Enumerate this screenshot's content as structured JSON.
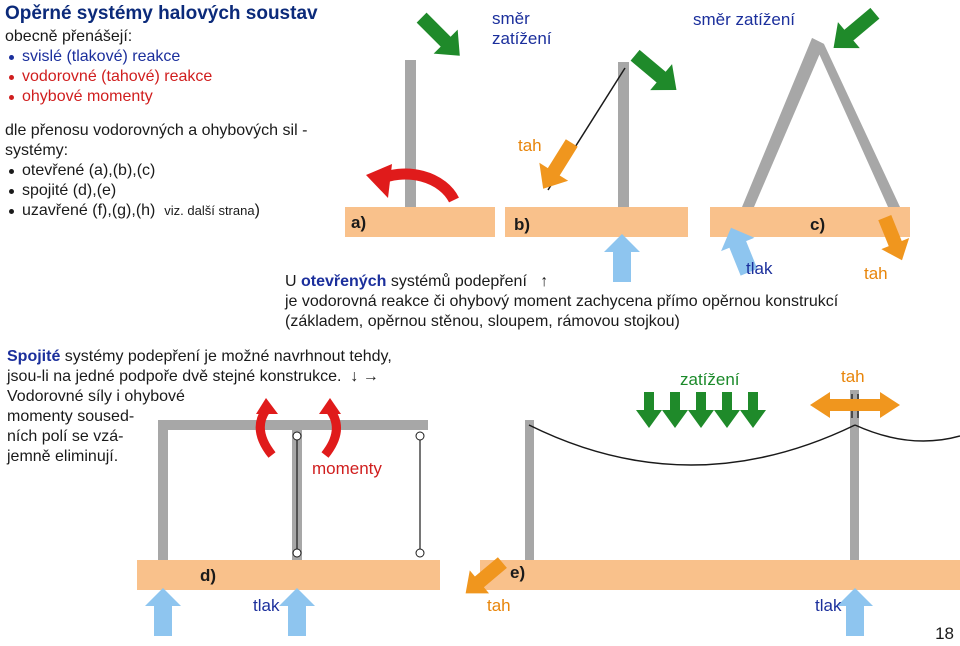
{
  "title": "Opěrné systémy halových soustav",
  "intro": "obecně přenášejí:",
  "reactions": [
    "svislé (tlakové) reakce",
    "vodorovné (tahové) reakce",
    "ohybové momenty"
  ],
  "transfer_lead_1": "dle přenosu vodorovných a ohybových sil -",
  "transfer_lead_2": "systémy:",
  "systems": [
    "otevřené (a),(b),(c)",
    "spojité (d),(e)"
  ],
  "closed_system": "uzavřené (f),(g),(h)",
  "see_next": "viz. další strana",
  "closing_paren": ")",
  "labels": {
    "a": "a)",
    "b": "b)",
    "c": "c)",
    "d": "d)",
    "e": "e)",
    "smer_zatizeni_1": "směr",
    "smer_zatizeni_2": "zatížení",
    "smer_zatizeni_c": "směr zatížení",
    "tah": "tah",
    "tlak": "tlak",
    "momenty": "momenty",
    "zatizeni": "zatížení"
  },
  "open_text": {
    "prefix": "U ",
    "highlight": "otevřených",
    "suffix": " systémů podepření",
    "arrow": "↑",
    "line2": "je vodorovná reakce či ohybový moment zachycena přímo opěrnou konstrukcí",
    "line3": "(základem, opěrnou stěnou, sloupem, rámovou stojkou)"
  },
  "continuous_text": {
    "highlight": "Spojité",
    "line1_rest": " systémy podepření je možné navrhnout tehdy,",
    "line2": "jsou-li na jedné podpoře dvě stejné konstrukce.",
    "arrows": "↓  →",
    "line3": "Vodorovné síly i ohybové",
    "line4": "momenty soused-",
    "line5": "ních polí se vzá-",
    "line6": "jemně eliminují."
  },
  "page_number": "18",
  "colors": {
    "title_blue": "#0b2a7a",
    "text_blue": "#1b2f9c",
    "red": "#d01e1e",
    "green": "#1b8a2a",
    "orange": "#f0961e",
    "light_blue": "#8ec5ef",
    "ground": "#f9c18b",
    "grey": "#a7a7a7"
  }
}
